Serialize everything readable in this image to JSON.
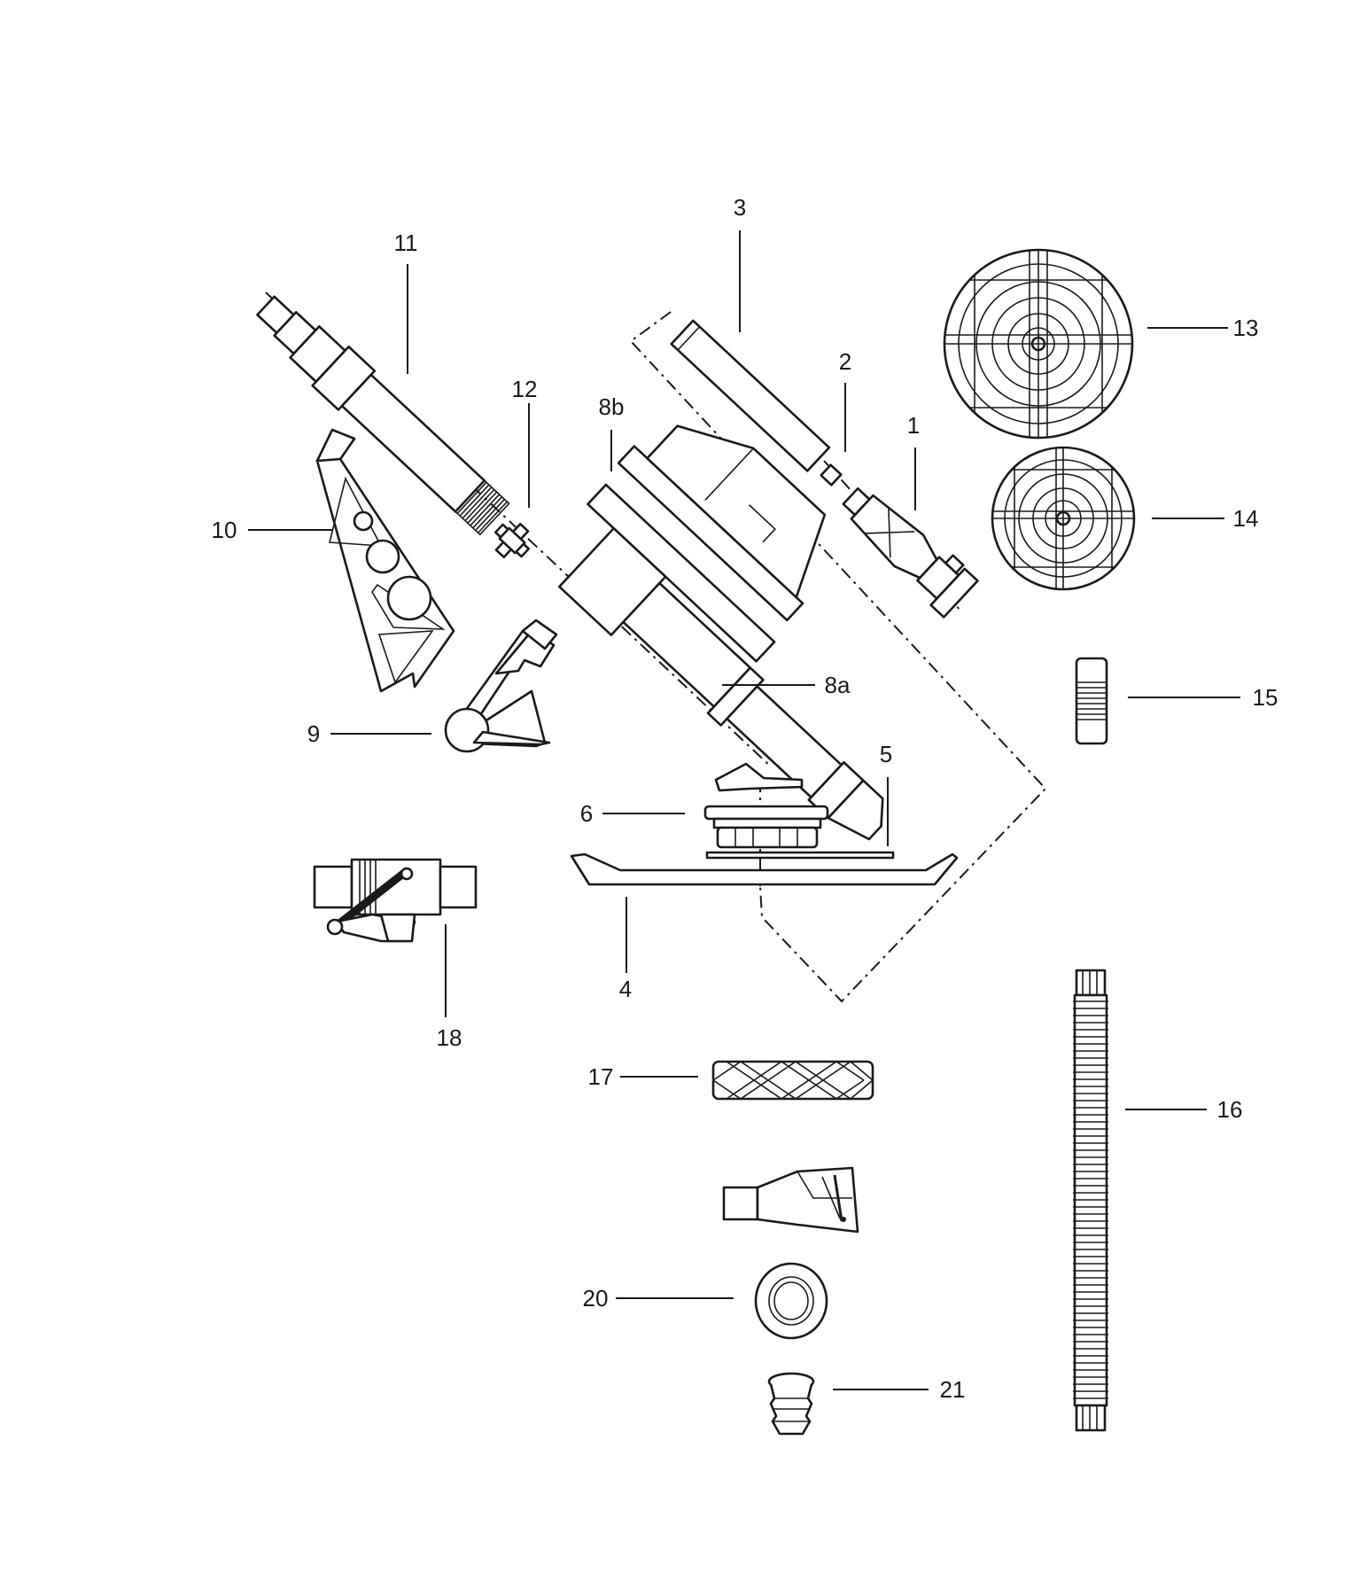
{
  "labels": {
    "l1": "1",
    "l2": "2",
    "l3": "3",
    "l4": "4",
    "l5": "5",
    "l6": "6",
    "l8a": "8a",
    "l8b": "8b",
    "l9": "9",
    "l10": "10",
    "l11": "11",
    "l12": "12",
    "l13": "13",
    "l14": "14",
    "l15": "15",
    "l16": "16",
    "l17": "17",
    "l18": "18",
    "l20": "20",
    "l21": "21"
  }
}
